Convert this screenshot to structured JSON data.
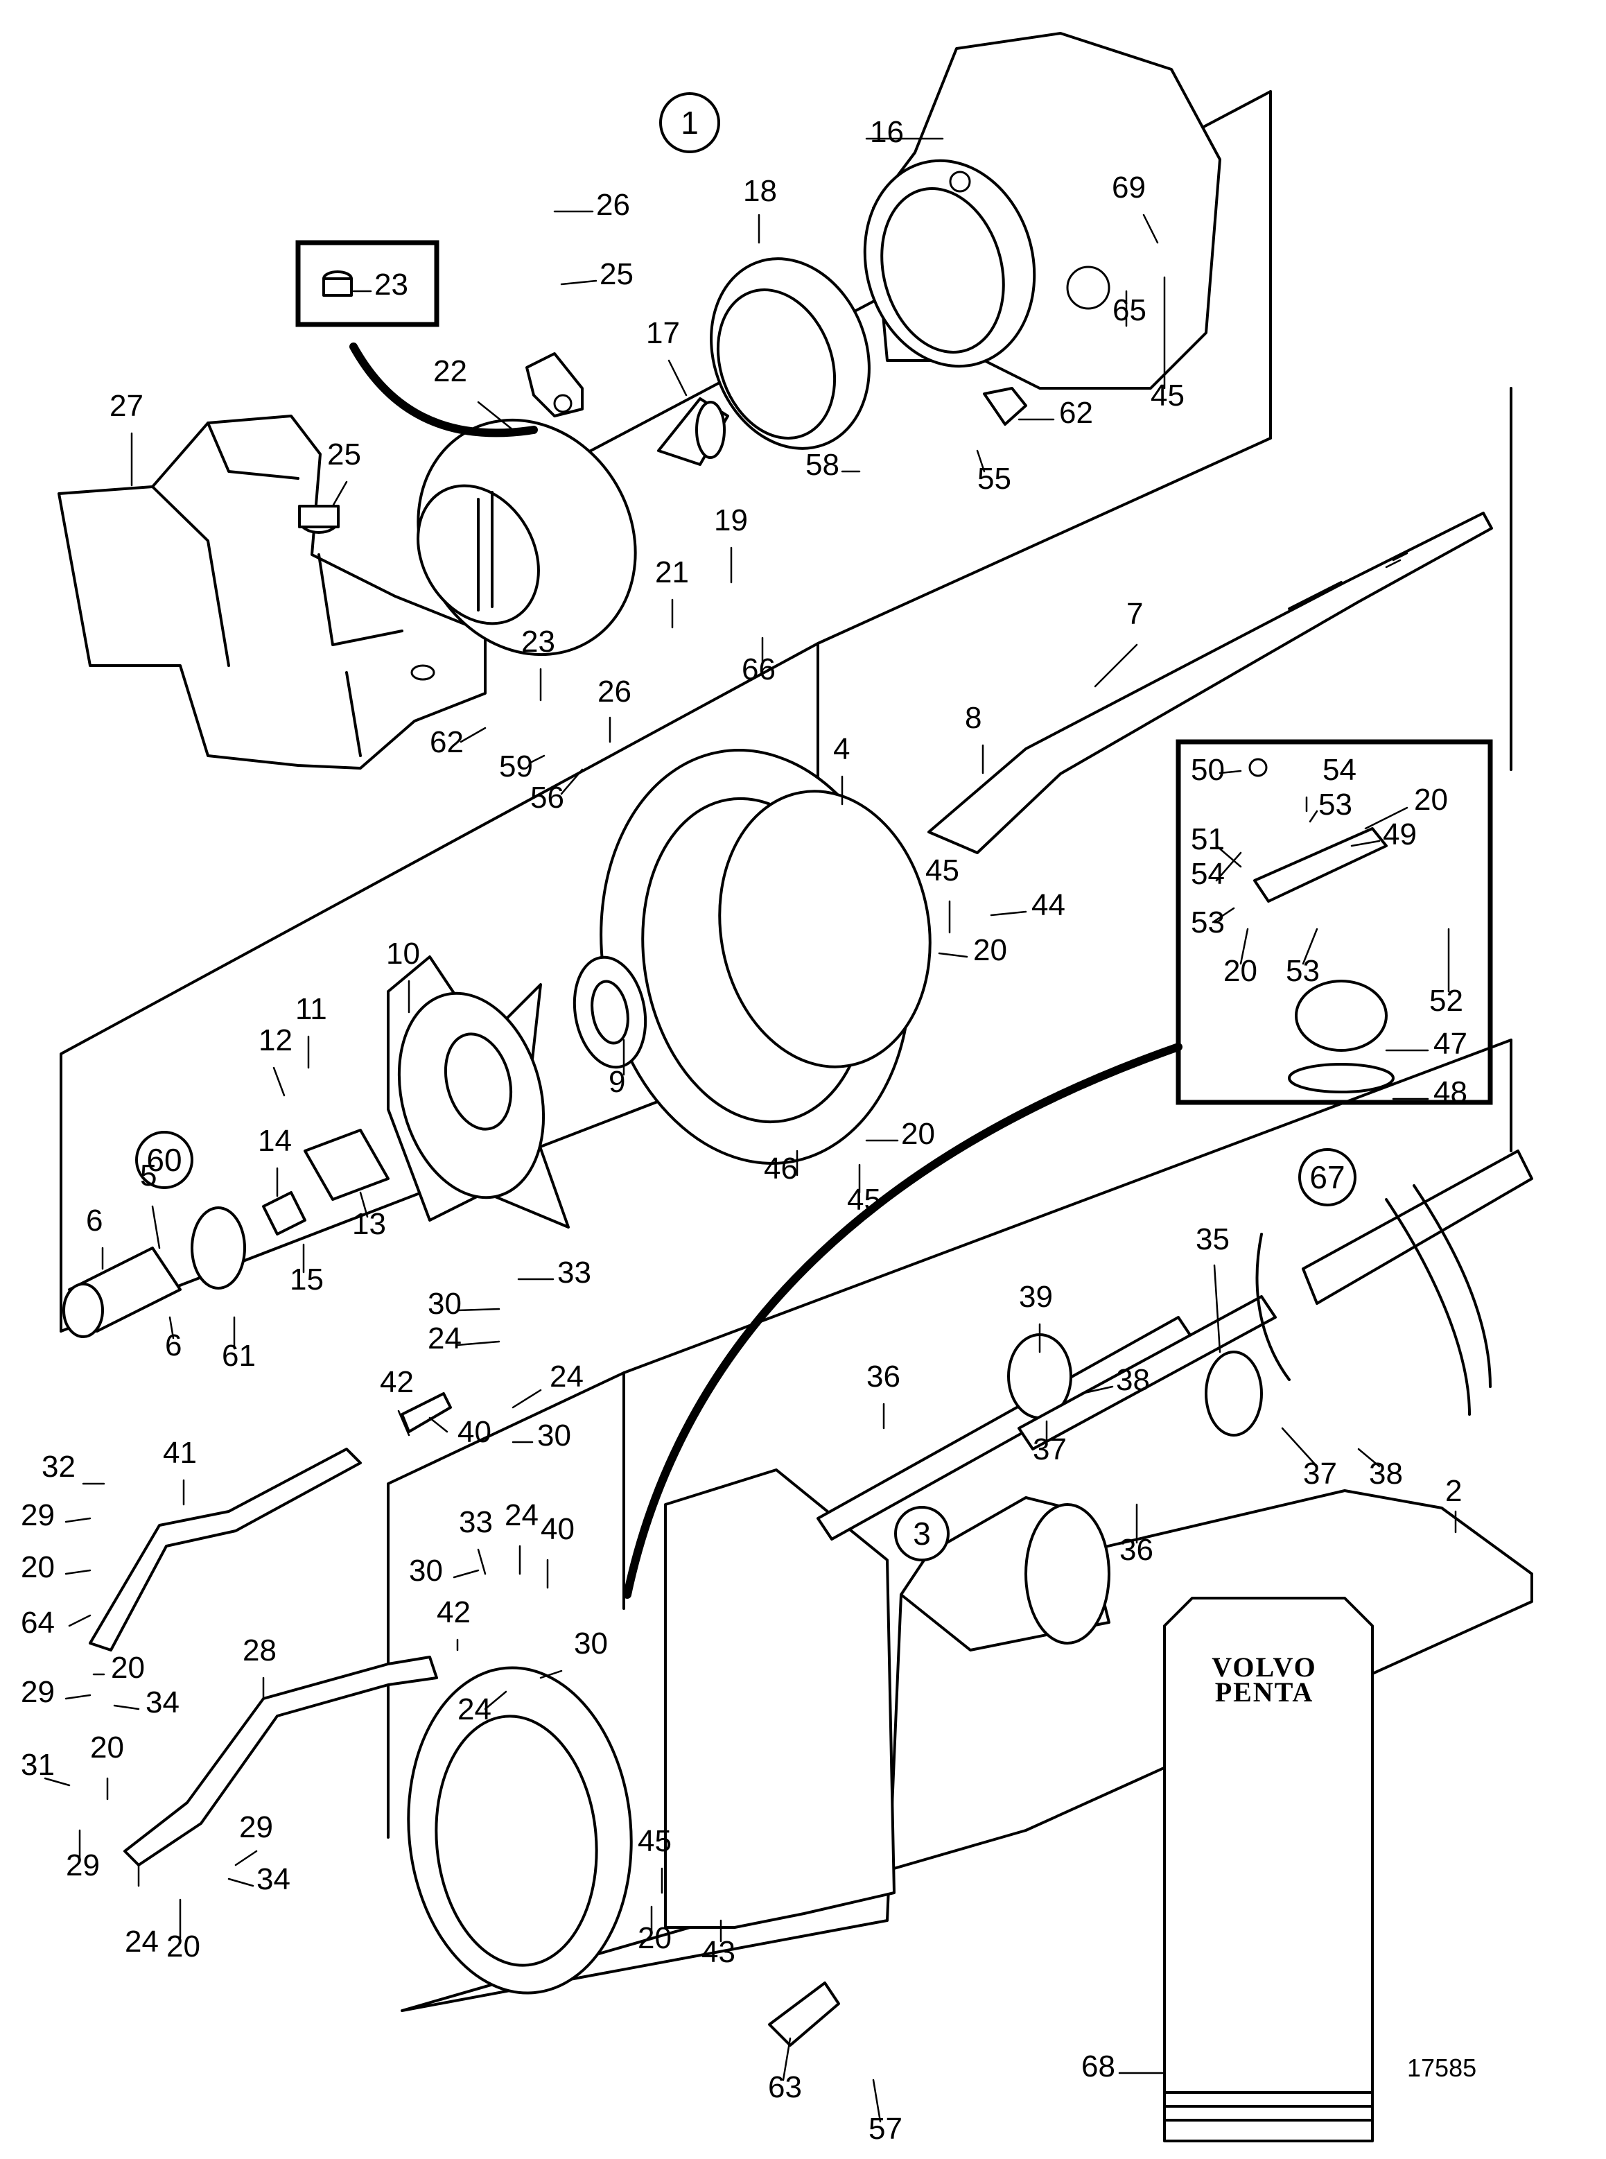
{
  "drawing_reference": "17585",
  "brand": {
    "line1": "VOLVO",
    "line2": "PENTA"
  },
  "group_markers": [
    "1",
    "3",
    "60",
    "67"
  ],
  "callouts": [
    "16",
    "26",
    "25",
    "23",
    "18",
    "17",
    "22",
    "27",
    "25",
    "69",
    "65",
    "45",
    "62",
    "58",
    "55",
    "19",
    "21",
    "66",
    "23",
    "26",
    "62",
    "59",
    "56",
    "7",
    "8",
    "4",
    "45",
    "44",
    "20",
    "10",
    "11",
    "12",
    "9",
    "14",
    "5",
    "13",
    "15",
    "6",
    "6",
    "61",
    "20",
    "46",
    "45",
    "50",
    "54",
    "53",
    "20",
    "51",
    "54",
    "49",
    "53",
    "20",
    "53",
    "52",
    "47",
    "48",
    "33",
    "30",
    "24",
    "24",
    "40",
    "42",
    "30",
    "39",
    "36",
    "38",
    "37",
    "35",
    "37",
    "38",
    "32",
    "41",
    "29",
    "20",
    "64",
    "20",
    "29",
    "34",
    "33",
    "24",
    "40",
    "30",
    "42",
    "28",
    "30",
    "24",
    "31",
    "20",
    "29",
    "29",
    "34",
    "24",
    "20",
    "45",
    "20",
    "43",
    "63",
    "57",
    "36",
    "2",
    "68"
  ]
}
